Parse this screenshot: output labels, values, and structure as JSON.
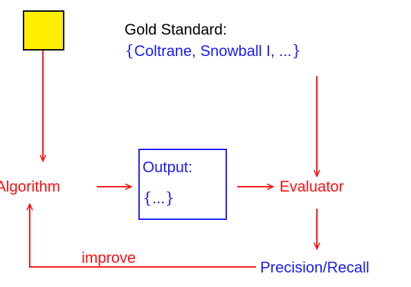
{
  "nodes": {
    "gold_standard_title": "Gold Standard:",
    "gold_standard_open": "{",
    "gold_standard_items": "Coltrane, Snowball I, ...",
    "gold_standard_close": "}",
    "algorithm": "Algorithm",
    "output_title": "Output:",
    "output_open": "{",
    "output_items": "...",
    "output_close": "}",
    "evaluator": "Evaluator",
    "precision_recall": "Precision/Recall",
    "improve": "improve"
  },
  "colors": {
    "arrow": "#ff1010",
    "blue_text": "#1a1aff",
    "gold_box_fill": "#ffee00"
  }
}
